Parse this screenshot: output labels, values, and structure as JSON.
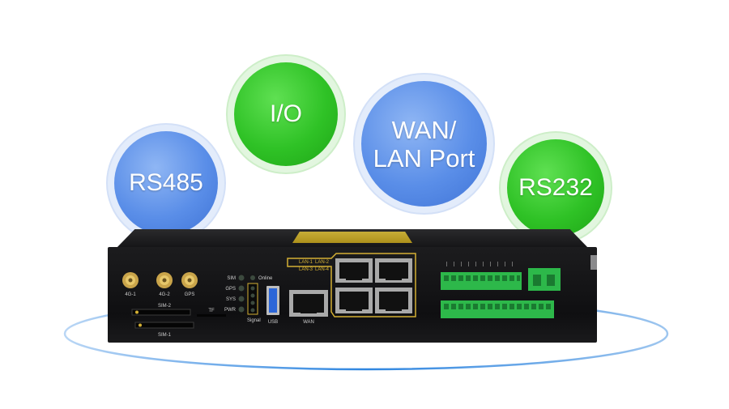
{
  "colors": {
    "blue_bubble": "#5a8ee8",
    "green_bubble": "#2fc226",
    "device_body": "#141416",
    "accent_yellow": "#e0c02a",
    "terminal_green": "#2db84a",
    "ring_blue": "#2f86e0"
  },
  "bubbles": [
    {
      "label": "RS485",
      "color": "blue"
    },
    {
      "label": "I/O",
      "color": "green"
    },
    {
      "label_line1": "WAN/",
      "label_line2": "LAN Port",
      "color": "blue"
    },
    {
      "label": "RS232",
      "color": "green"
    }
  ],
  "device": {
    "antennas": [
      "4G-1",
      "4G-2",
      "GPS"
    ],
    "sim_slots": [
      "SIM-2",
      "SIM-1"
    ],
    "tf_label": "TF",
    "leds": [
      "SIM",
      "GPS",
      "SYS",
      "PWR"
    ],
    "online_label": "Online",
    "signal_label": "Signal",
    "usb_label": "USB",
    "wan_label": "WAN",
    "lan_labels": [
      "LAN-1",
      "LAN-2",
      "LAN-3",
      "LAN-4"
    ]
  }
}
